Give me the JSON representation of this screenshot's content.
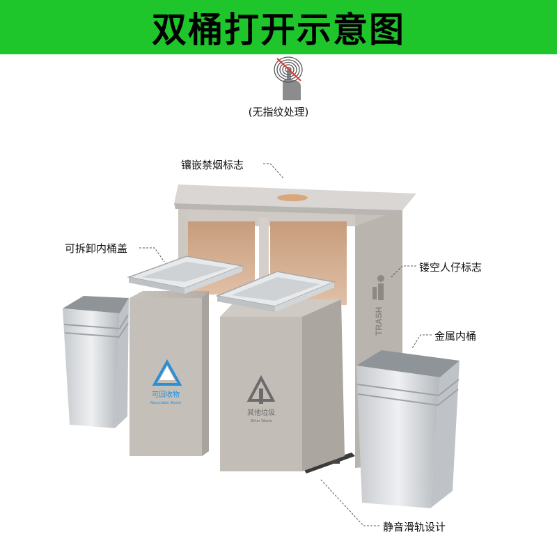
{
  "header": {
    "title": "双桶打开示意图",
    "banner_color": "#1ec52b"
  },
  "fingerprint": {
    "icon": "no-fingerprint-icon",
    "caption": "(无指纹处理)"
  },
  "callouts": {
    "smoking_sign": "镶嵌禁烟标志",
    "removable_lid": "可拆卸内桶盖",
    "hollow_figure_sign": "镂空人仔标志",
    "metal_inner_bucket": "金属内桶",
    "silent_slide_rail": "静音滑轨设计"
  },
  "bins": {
    "left": {
      "label_cn": "可回收物",
      "label_en": "Recyclable Waste",
      "icon": "recycle-icon",
      "color": "#2b8fd6"
    },
    "right": {
      "label_cn": "其他垃圾",
      "label_en": "Other Waste",
      "icon": "other-waste-icon",
      "color": "#6b6b6b"
    },
    "side_text": "TRASH"
  }
}
